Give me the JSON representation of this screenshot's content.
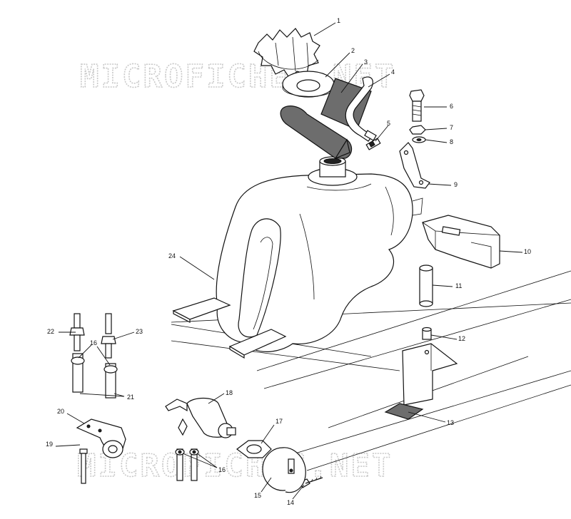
{
  "watermark": {
    "top_text": "MICROFICHES.NET",
    "bottom_text": "MICROFICHES.NET"
  },
  "callouts": [
    {
      "id": "c1",
      "label": "1"
    },
    {
      "id": "c2",
      "label": "2"
    },
    {
      "id": "c3",
      "label": "3"
    },
    {
      "id": "c4",
      "label": "4"
    },
    {
      "id": "c5",
      "label": "5"
    },
    {
      "id": "c6",
      "label": "6"
    },
    {
      "id": "c7",
      "label": "7"
    },
    {
      "id": "c8",
      "label": "8"
    },
    {
      "id": "c9",
      "label": "9"
    },
    {
      "id": "c10",
      "label": "10"
    },
    {
      "id": "c11",
      "label": "11"
    },
    {
      "id": "c12",
      "label": "12"
    },
    {
      "id": "c13",
      "label": "13"
    },
    {
      "id": "c14",
      "label": "14"
    },
    {
      "id": "c15",
      "label": "15"
    },
    {
      "id": "c16a",
      "label": "16"
    },
    {
      "id": "c16b",
      "label": "16"
    },
    {
      "id": "c17",
      "label": "17"
    },
    {
      "id": "c18",
      "label": "18"
    },
    {
      "id": "c19",
      "label": "19"
    },
    {
      "id": "c20",
      "label": "20"
    },
    {
      "id": "c21",
      "label": "21"
    },
    {
      "id": "c22",
      "label": "22"
    },
    {
      "id": "c23",
      "label": "23"
    },
    {
      "id": "c24",
      "label": "24"
    }
  ]
}
